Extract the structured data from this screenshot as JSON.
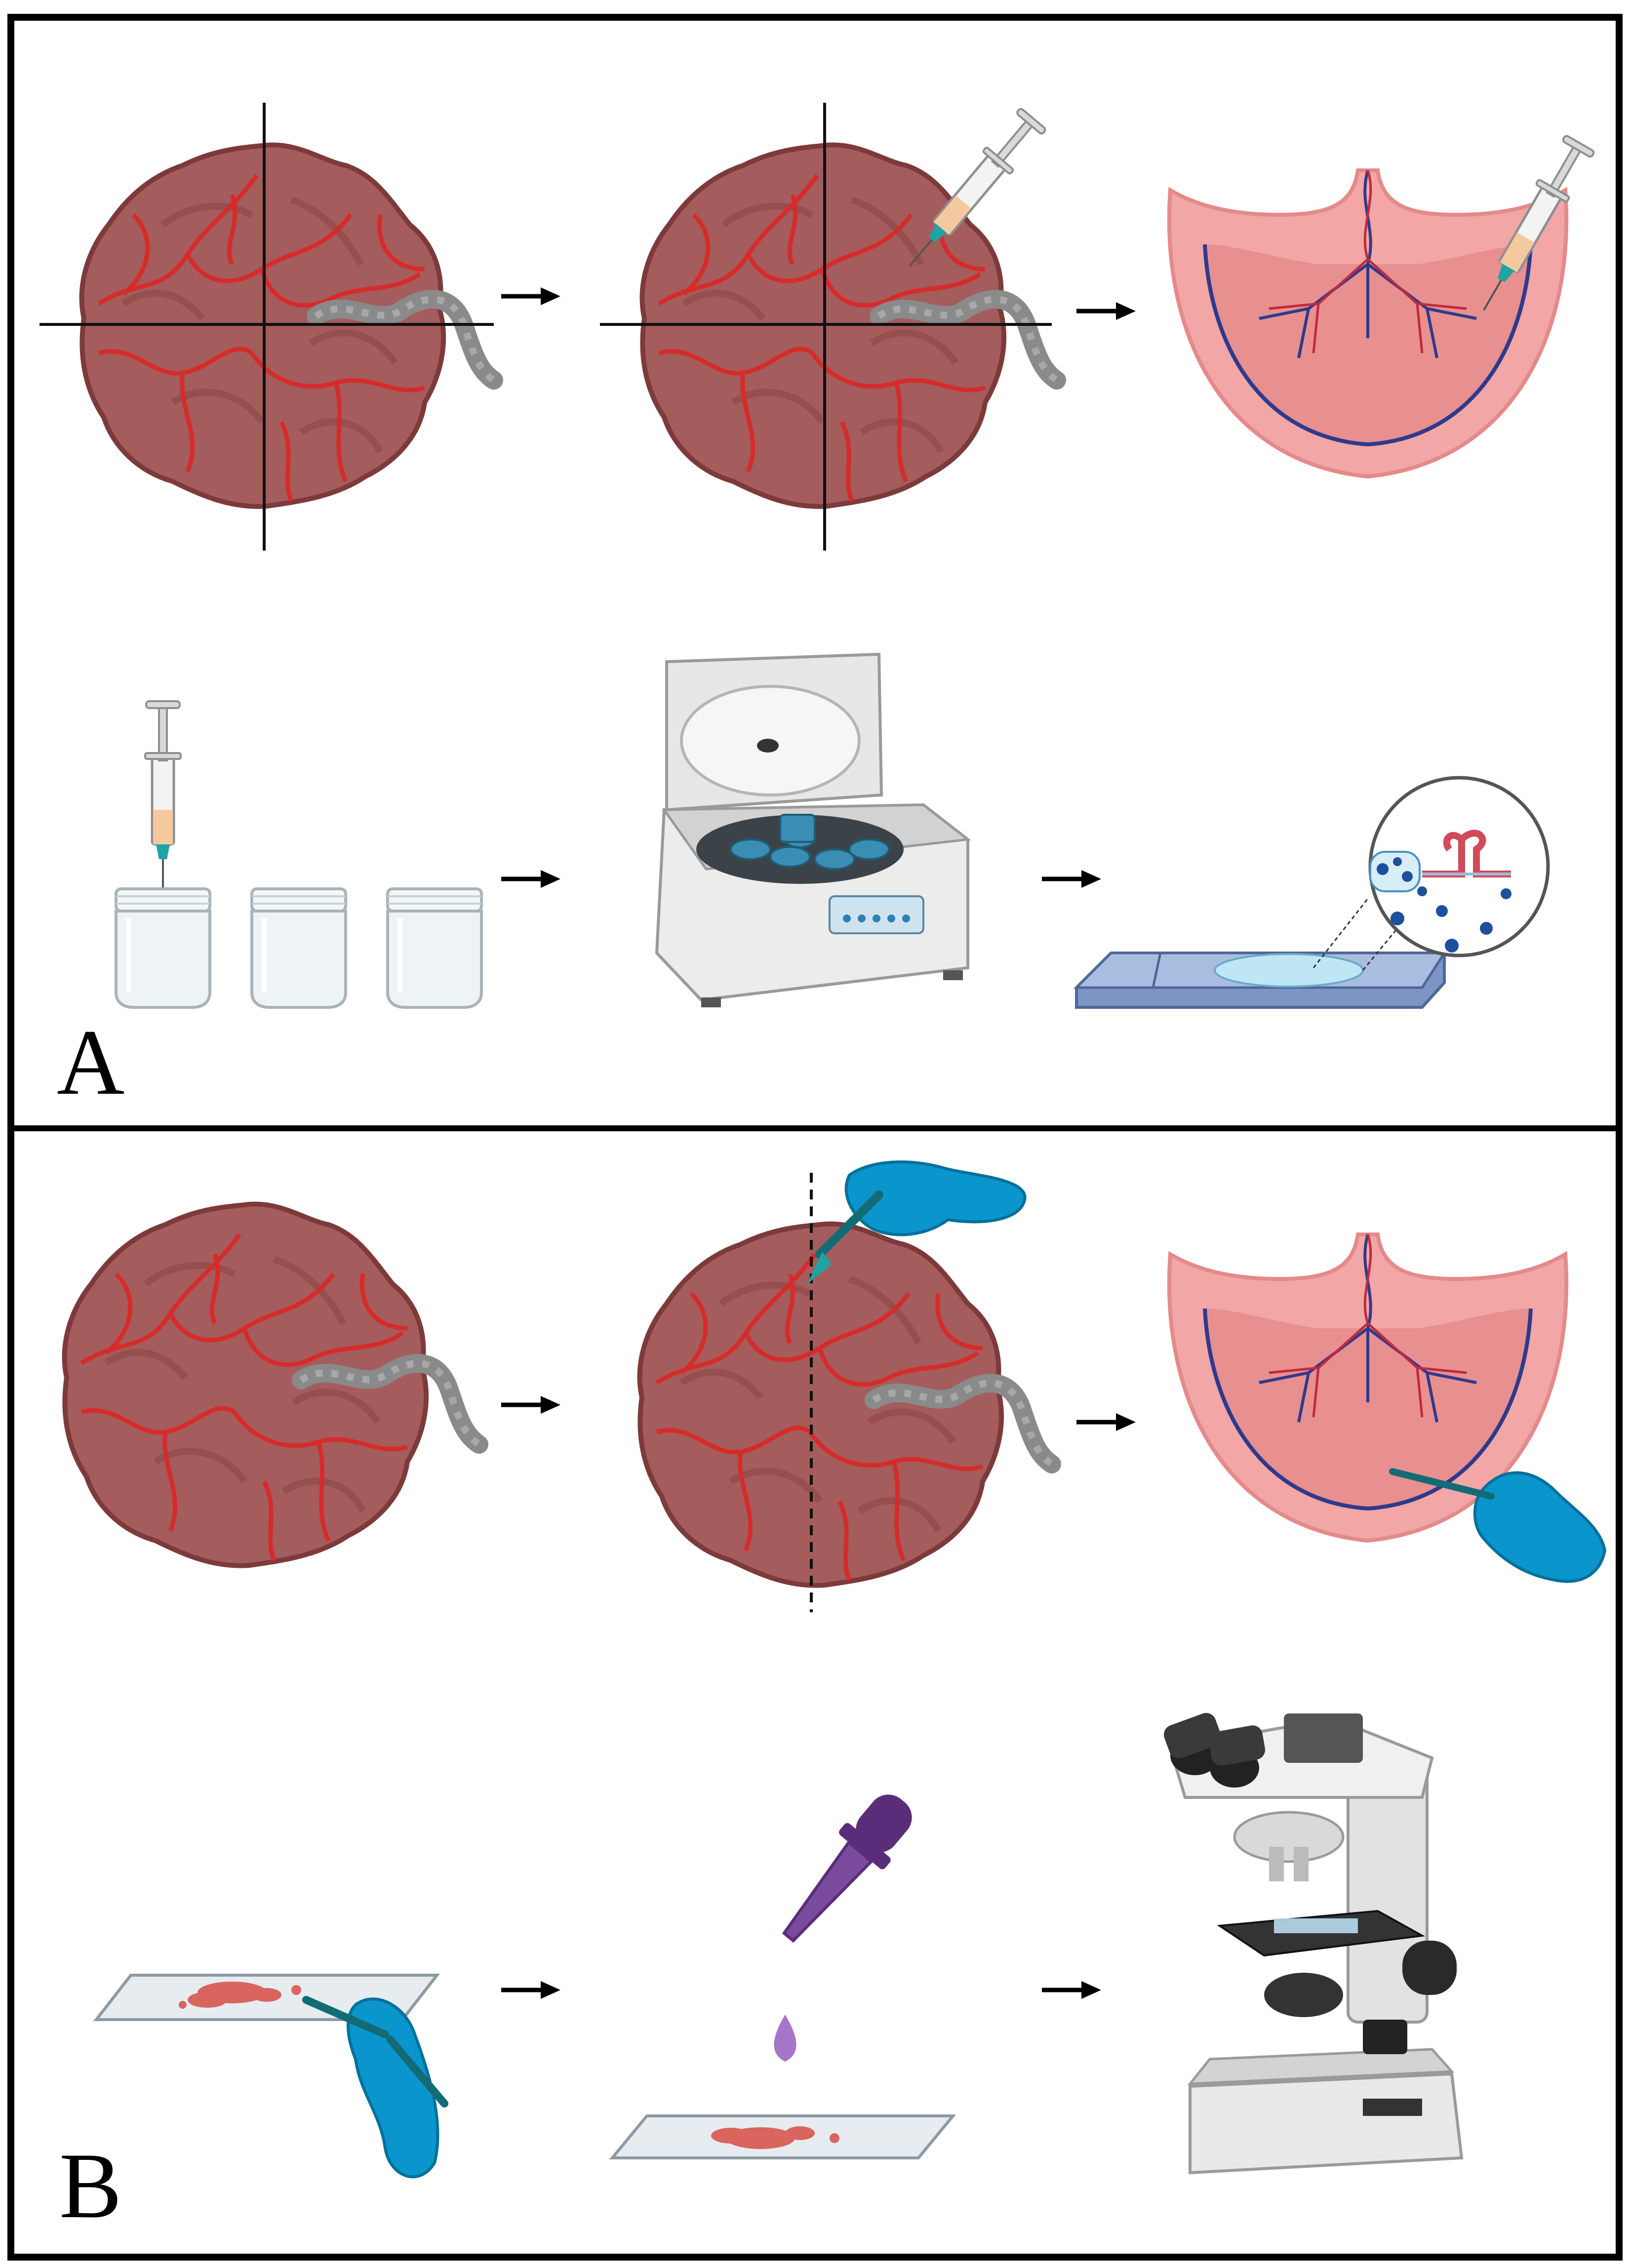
{
  "figure": {
    "panels": [
      {
        "letter": "A",
        "rows": [
          [
            "placenta-with-quadrant-lines",
            "placenta-quadrant-injection",
            "placenta-cross-section-injection"
          ],
          [
            "syringe-into-tubes",
            "centrifuge",
            "microscope-slide-cell-smear"
          ]
        ]
      },
      {
        "letter": "B",
        "rows": [
          [
            "placenta-whole",
            "placenta-incision-dashed-line",
            "placenta-cross-section-tissue-sampling"
          ],
          [
            "slide-smear-with-scalpel",
            "stain-dropper-on-slide",
            "light-microscope"
          ]
        ]
      }
    ]
  },
  "colors": {
    "placenta": "#a55c5c",
    "placenta_outline": "#7d3a3a",
    "vessel": "#d62b2b",
    "cord": "#8a8a8a",
    "section_pink": "#f2a6a6",
    "vein_blue": "#2e3a8c",
    "glove_blue": "#0a96cc",
    "stain_purple": "#5a2d7a",
    "border": "#000000"
  }
}
